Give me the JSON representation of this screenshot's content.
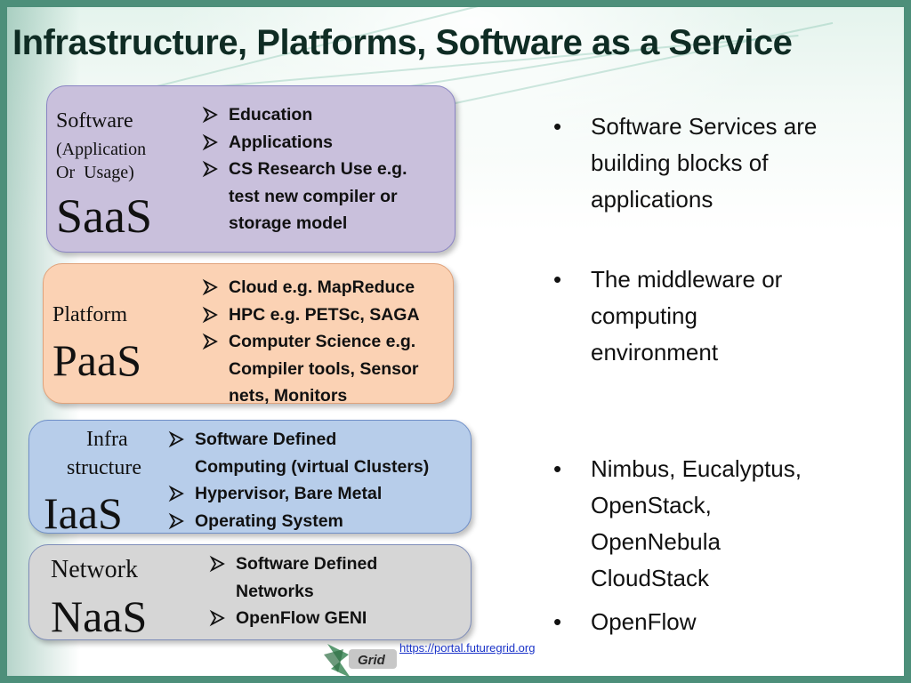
{
  "slide": {
    "title": "Infrastructure, Platforms, Software as a Service",
    "link": "https://portal.futuregrid.org",
    "logo_text": "Grid"
  },
  "layers": {
    "saas": {
      "label": "Software",
      "sublabel_1": "(Application",
      "sublabel_2": "Or  Usage)",
      "acronym": "SaaS",
      "items": [
        "Education",
        "Applications",
        "CS Research Use e.g.",
        "test new compiler or",
        "storage model"
      ]
    },
    "paas": {
      "label": "Platform",
      "acronym": "PaaS",
      "items": [
        "Cloud e.g. MapReduce",
        "HPC e.g. PETSc, SAGA",
        "Computer Science e.g.",
        "Compiler tools, Sensor",
        "nets, Monitors"
      ]
    },
    "iaas": {
      "label_1": "Infra",
      "label_2": "structure",
      "acronym": "IaaS",
      "items": [
        "Software Defined",
        "Computing (virtual Clusters)",
        "Hypervisor, Bare Metal",
        "Operating System"
      ]
    },
    "naas": {
      "label": "Network",
      "acronym": "NaaS",
      "items": [
        "Software Defined",
        "Networks",
        "OpenFlow GENI"
      ]
    }
  },
  "bullets": [
    [
      "Software Services are",
      "building blocks of",
      "applications"
    ],
    [
      "The middleware or",
      "computing",
      "environment"
    ],
    [
      "Nimbus, Eucalyptus,",
      "OpenStack,",
      "OpenNebula",
      "CloudStack"
    ],
    [
      "OpenFlow"
    ]
  ],
  "bullet_glyph": "•",
  "colors": {
    "saas_fill": "#c9c0dc",
    "paas_fill": "#fbd2b4",
    "iaas_fill": "#b7cdea",
    "naas_fill": "#d6d6d6",
    "title_text": "#0f2c24",
    "link": "#1a33c8"
  },
  "icons": {
    "list_marker": "arrowhead-bullet-icon"
  }
}
